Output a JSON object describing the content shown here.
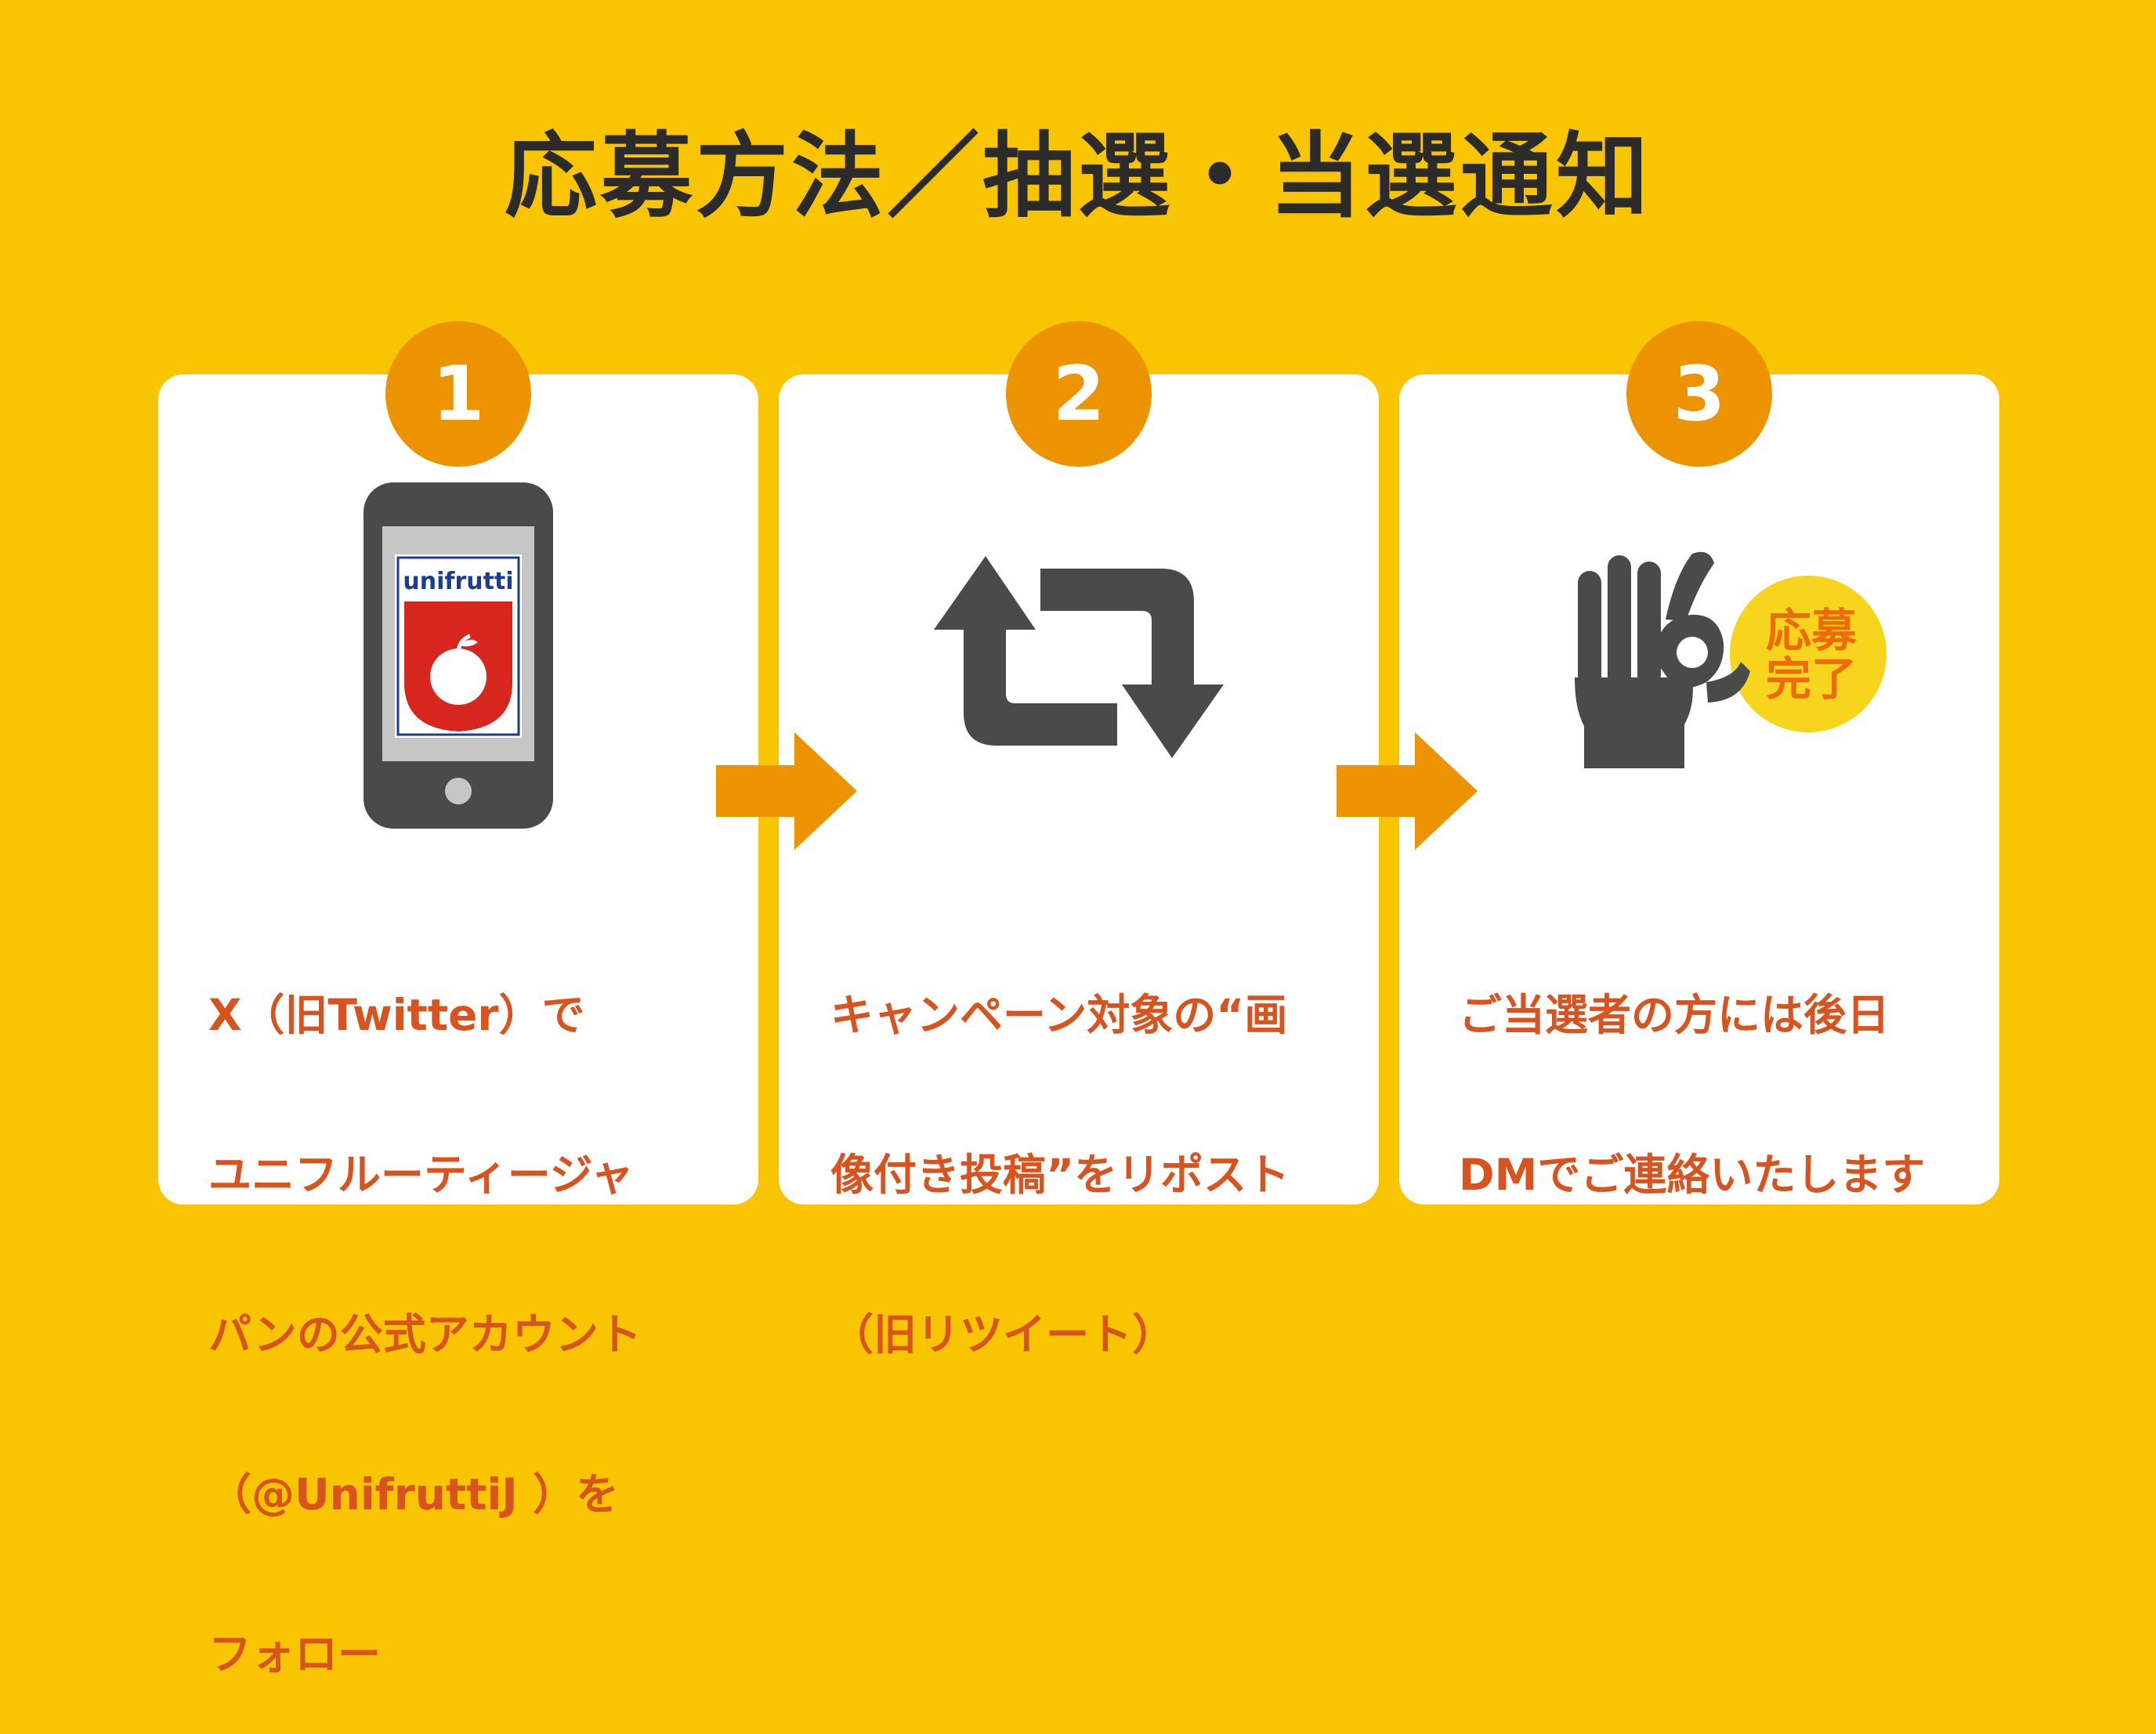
{
  "title": "応募方法／抽選・当選通知",
  "colors": {
    "background": "#F9C400",
    "card": "#FFFFFF",
    "badge": "#EE9300",
    "arrow": "#EE9300",
    "text_accent": "#D8531E",
    "title_text": "#2B2B2B",
    "icon_gray": "#4A4A4A",
    "brand_red": "#D7261E",
    "brand_blue": "#1B3D8F",
    "stamp_yellow": "#F7D51C"
  },
  "steps": [
    {
      "number": "1",
      "icon": "smartphone-icon",
      "logo_text": "unifrutti",
      "lines": [
        "X（旧Twitter）で",
        "ユニフルーティージャ",
        "パンの公式アカウント",
        "（@UnifruttiJ ）を",
        "フォロー"
      ]
    },
    {
      "number": "2",
      "icon": "repost-icon",
      "lines": [
        "キャンペーン対象の“画",
        "像付き投稿”をリポスト",
        "（旧リツイート）"
      ]
    },
    {
      "number": "3",
      "icon": "ok-hand-icon",
      "stamp_lines": [
        "応募",
        "完了"
      ],
      "lines": [
        "ご当選者の方には後日",
        "DMでご連絡いたします"
      ]
    }
  ]
}
